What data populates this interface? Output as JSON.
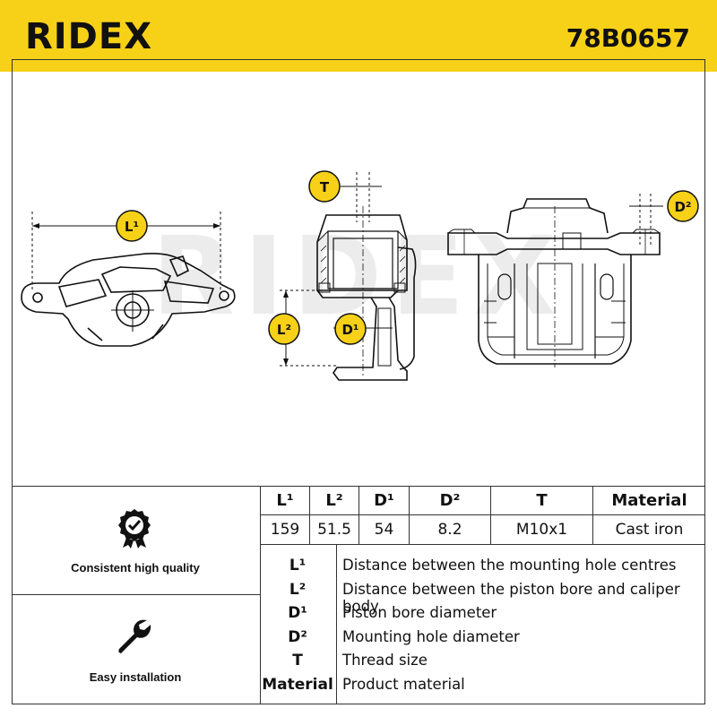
{
  "header": {
    "brand": "RIDEX",
    "part_number": "78B0657"
  },
  "watermark": "RIDEX",
  "dimension_labels": {
    "L1": "L¹",
    "L2": "L²",
    "D1": "D¹",
    "D2": "D²",
    "T": "T"
  },
  "spec_table": {
    "headers": [
      "L¹",
      "L²",
      "D¹",
      "D²",
      "T",
      "Material"
    ],
    "values": [
      "159",
      "51.5",
      "54",
      "8.2",
      "M10x1",
      "Cast iron"
    ]
  },
  "legend": [
    {
      "key": "L¹",
      "text": "Distance between the mounting hole centres"
    },
    {
      "key": "L²",
      "text": "Distance between the piston bore and caliper body"
    },
    {
      "key": "D¹",
      "text": "Piston bore diameter"
    },
    {
      "key": "D²",
      "text": "Mounting hole diameter"
    },
    {
      "key": "T",
      "text": "Thread size"
    },
    {
      "key": "Material",
      "text": "Product material"
    }
  ],
  "features": [
    {
      "label": "Consistent high quality",
      "icon": "quality-badge-icon"
    },
    {
      "label": "Easy installation",
      "icon": "wrench-icon"
    }
  ],
  "colors": {
    "brand_yellow": "#f7d117",
    "ink": "#111111",
    "watermark": "#e6e6e6"
  }
}
